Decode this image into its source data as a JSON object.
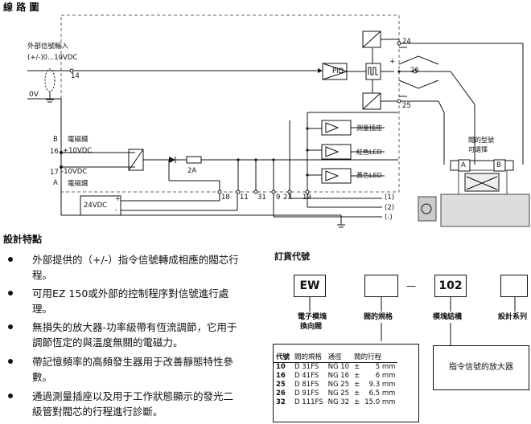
{
  "diagram": {
    "title": "線 路 圖",
    "external_signal_label": "外部信號輸入",
    "external_signal_range": "(+/-)0...10VDC",
    "zero_volt": "0V",
    "solenoid_b": "電磁鐵",
    "solenoid_a": "電磁鐵",
    "letter_b": "B",
    "letter_a": "A",
    "plus_10vdc": "+10VDC",
    "minus_10vdc": "-10VDC",
    "supply": "24VDC",
    "fuse": "2A",
    "pid": "PID",
    "measure_jack": "測量插座",
    "red_led": "紅色LED",
    "yellow_led": "黃色LED",
    "valve_model_line1": "閥的型號",
    "valve_model_line2": "可選擇",
    "valve_port_a": "A",
    "valve_port_b": "B",
    "plus_sign": "+",
    "minus_sign": "-",
    "terminals": {
      "t14": "14",
      "t16": "16",
      "t17": "17",
      "t18": "18",
      "t11": "11",
      "t31": "31",
      "t9": "9",
      "t23": "23",
      "t19": "19",
      "t24": "24",
      "t26": "26",
      "t25": "25"
    },
    "valve_leads": [
      "(1)",
      "(2)",
      "(-)"
    ]
  },
  "features": {
    "title": "設計特點",
    "items": [
      "外部提供的（+/-）指令信號轉成相應的閥芯行程。",
      "可用EZ 150或外部的控制程序對信號進行處理。",
      "無損失的放大器-功率級帶有恆流調節，它用于調節恆定的與溫度無關的電磁力。",
      "帶記憶頻率的高頻發生器用于改善靜態特性參數。",
      "通過測量插座以及用于工作狀態顯示的發光二級管對閥芯的行程進行診斷。"
    ]
  },
  "ordering": {
    "title": "訂貨代號",
    "code_box_1": "EW",
    "code_box_2": "",
    "dash": "—",
    "code_box_3": "102",
    "code_box_4": "",
    "label_1_line1": "電子模塊",
    "label_1_line2": "換向閥",
    "label_2": "閥的規格",
    "label_3": "模塊結構",
    "label_4": "設計系列",
    "amplifier_note": "指令信號的放大器",
    "table": {
      "headers": [
        "代號",
        "閥的規格",
        "通徑",
        "閥的行程"
      ],
      "rows": [
        [
          "10",
          "D 31FS",
          "NG 10",
          "±",
          "5 mm"
        ],
        [
          "16",
          "D 41FS",
          "NG 16",
          "±",
          "6 mm"
        ],
        [
          "25",
          "D 81FS",
          "NG 25",
          "±",
          "9.3 mm"
        ],
        [
          "26",
          "D 91FS",
          "NG 25",
          "±",
          "6.5 mm"
        ],
        [
          "32",
          "D 111FS",
          "NG 32",
          "±",
          "15.0 mm"
        ]
      ]
    }
  }
}
